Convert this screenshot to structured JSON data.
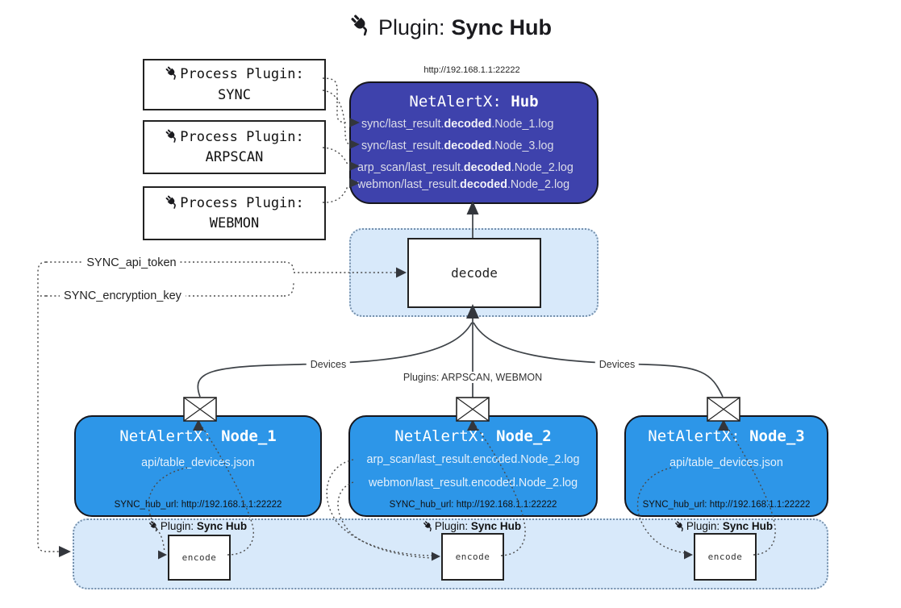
{
  "colors": {
    "hub": "#3E42AC",
    "node": "#2D96E8",
    "panel": "#D8E9FA",
    "panel_border": "#7590AC",
    "line": "#3d4247"
  },
  "title": {
    "prefix": "Plugin:",
    "name": "Sync Hub"
  },
  "process_plugins": {
    "label": "Process Plugin:",
    "items": [
      "SYNC",
      "ARPSCAN",
      "WEBMON"
    ]
  },
  "hub": {
    "url": "http://192.168.1.1:22222",
    "title_prefix": "NetAlertX:",
    "title_name": "Hub",
    "logs": [
      {
        "pre": "sync/last_result.",
        "mid": "decoded",
        "post": ".Node_1.log"
      },
      {
        "pre": "sync/last_result.",
        "mid": "decoded",
        "post": ".Node_3.log"
      },
      {
        "pre": "arp_scan/last_result.",
        "mid": "decoded",
        "post": ".Node_2.log"
      },
      {
        "pre": "webmon/last_result.",
        "mid": "decoded",
        "post": ".Node_2.log"
      }
    ]
  },
  "decode": {
    "label": "decode"
  },
  "settings": {
    "api_token_label": "SYNC_api_token",
    "encryption_key_label": "SYNC_encryption_key"
  },
  "edges": {
    "devices_left": "Devices",
    "devices_right": "Devices",
    "plugins_middle": "Plugins: ARPSCAN, WEBMON"
  },
  "nodes": [
    {
      "title_prefix": "NetAlertX:",
      "title_name": "Node_1",
      "lines": [
        "api/table_devices.json"
      ],
      "footer": "SYNC_hub_url: http://192.168.1.1:22222"
    },
    {
      "title_prefix": "NetAlertX:",
      "title_name": "Node_2",
      "lines": [
        "arp_scan/last_result.encoded.Node_2.log",
        "webmon/last_result.encoded.Node_2.log"
      ],
      "footer": "SYNC_hub_url: http://192.168.1.1:22222"
    },
    {
      "title_prefix": "NetAlertX:",
      "title_name": "Node_3",
      "lines": [
        "api/table_devices.json"
      ],
      "footer": "SYNC_hub_url: http://192.168.1.1:22222"
    }
  ],
  "encode_strip": {
    "plugin_prefix": "Plugin:",
    "plugin_name": "Sync Hub",
    "encode_label": "encode"
  }
}
